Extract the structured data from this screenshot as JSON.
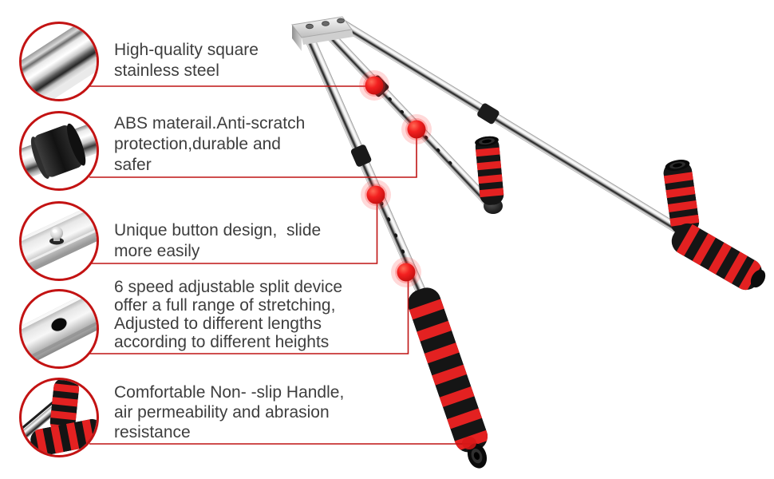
{
  "meta": {
    "type": "product-feature-infographic",
    "product": "3-bar leg stretcher split training machine"
  },
  "colors": {
    "background": "#ffffff",
    "accent_red_border": "#c31313",
    "leader_line_red": "#bf1414",
    "marker_dot_red": "#ee1515",
    "text_gray": "#3e3e3e",
    "foam_black": "#151515",
    "foam_stripe_red": "#e32121"
  },
  "features": [
    {
      "inset_icon": "square-steel-tube-closeup",
      "text": "High-quality square\nstainless steel"
    },
    {
      "inset_icon": "abs-collar-closeup",
      "text": "ABS materail.Anti-scratch\nprotection,durable and\nsafer"
    },
    {
      "inset_icon": "slide-button-closeup",
      "text": "Unique button design,  slide\nmore easily"
    },
    {
      "inset_icon": "adjustment-hole-closeup",
      "text": "6 speed adjustable split device\noffer a full range of stretching,\nAdjusted to different lengths\naccording to different heights"
    },
    {
      "inset_icon": "foam-handle-closeup",
      "text": "Comfortable Non- -slip Handle,\nair permeability and abrasion\nresistance"
    }
  ]
}
